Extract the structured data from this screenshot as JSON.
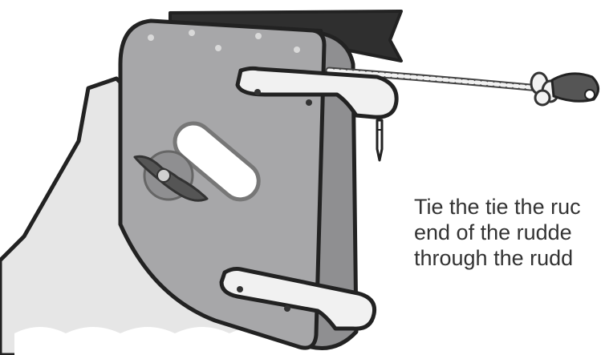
{
  "instruction": {
    "lines": [
      "Tie the tie the ruc",
      "end of the rudde",
      "through the rudd"
    ]
  },
  "colors": {
    "outline": "#222222",
    "blade_fill": "#a7a7a9",
    "blade_edge": "#8f8f91",
    "hull_fill": "#e6e6e6",
    "bracket_fill": "#f1f1f1",
    "transom_fill": "#2f2f2f",
    "text": "#333333"
  },
  "icons": {
    "knob": "wing-nut-knob-icon",
    "rope": "rope-icon",
    "block": "pulley-block-icon",
    "pin": "pivot-pin-icon"
  }
}
